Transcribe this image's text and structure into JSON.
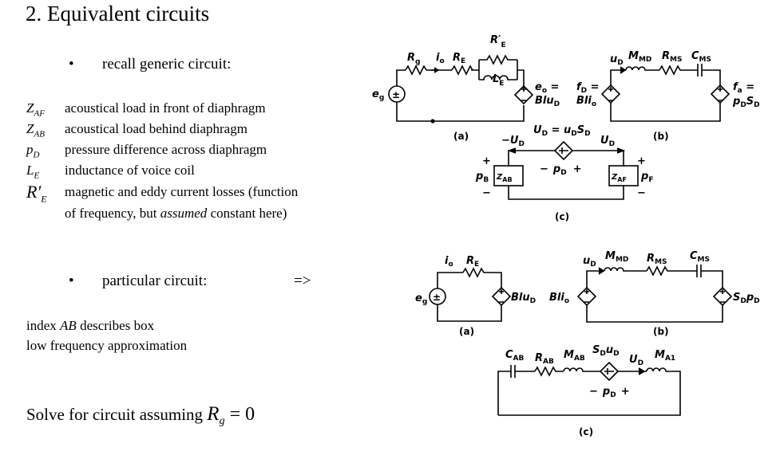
{
  "slide": {
    "title": "2. Equivalent circuits",
    "bullet1": {
      "marker": "•",
      "text": "recall generic circuit:"
    },
    "definitions": [
      {
        "symbol": "Z",
        "sub": "AF",
        "text": "acoustical load in front of diaphragm"
      },
      {
        "symbol": "Z",
        "sub": "AB",
        "text": "acoustical load behind diaphragm"
      },
      {
        "symbol": "p",
        "sub": "D",
        "text": "pressure difference across diaphragm"
      },
      {
        "symbol": "L",
        "sub": "E",
        "text": "inductance of voice coil"
      },
      {
        "symbol": "R′",
        "sub": "E",
        "text": "magnetic and eddy current losses (function"
      }
    ],
    "def_continuation": {
      "before": "of frequency, but ",
      "emph": "assumed",
      "after": " constant here)"
    },
    "bullet2": {
      "marker": "•",
      "text": "particular circuit:",
      "arrow": "=>"
    },
    "notes": [
      {
        "before": "index ",
        "emph": "AB",
        "after": " describes box"
      },
      {
        "before": "low frequency approximation",
        "emph": "",
        "after": ""
      }
    ],
    "solve": {
      "text": "Solve for circuit assuming ",
      "var": "R",
      "sub": "g",
      "rest": " = 0"
    }
  },
  "figure_top": {
    "a": {
      "caption": "(a)",
      "eg": "e",
      "eg_sub": "g",
      "rg": "R",
      "rg_sub": "g",
      "io": "i",
      "io_sub": "o",
      "re": "R",
      "re_sub": "E",
      "rep": "R′",
      "rep_sub": "E",
      "le": "L",
      "le_sub": "E",
      "eo1": "e",
      "eo1_sub": "o",
      "eo1_eq": " =",
      "eo2": "Blu",
      "eo2_sub": "D",
      "source": "±"
    },
    "b": {
      "caption": "(b)",
      "ud": "u",
      "ud_sub": "D",
      "mmd": "M",
      "mmd_sub": "MD",
      "rms": "R",
      "rms_sub": "MS",
      "cms": "C",
      "cms_sub": "MS",
      "fd1": "f",
      "fd1_sub": "D",
      "fd1_eq": " =",
      "fd2": "Bli",
      "fd2_sub": "o",
      "fa1": "f",
      "fa1_sub": "a",
      "fa1_eq": " =",
      "fa2": "p",
      "fa2_sub": "D",
      "fa2_b": "S",
      "fa2_b_sub": "D"
    },
    "c": {
      "caption": "(c)",
      "mud": "−U",
      "mud_sub": "D",
      "udeq": "U",
      "udeq_sub": "D",
      "udeq_mid": " = u",
      "udeq_mid_sub": "D",
      "udeq_end": "S",
      "udeq_end_sub": "D",
      "ud_right": "U",
      "ud_right_sub": "D",
      "zab": "Z",
      "zab_sub": "AB",
      "zaf": "Z",
      "zaf_sub": "AF",
      "pb": "p",
      "pb_sub": "B",
      "pf": "p",
      "pf_sub": "F",
      "pd_minus": "−",
      "pd": "p",
      "pd_sub": "D",
      "pd_plus": "+",
      "plus": "+",
      "minus": "−"
    }
  },
  "figure_bottom": {
    "a": {
      "caption": "(a)",
      "io": "i",
      "io_sub": "o",
      "re": "R",
      "re_sub": "E",
      "eg": "e",
      "eg_sub": "g",
      "blud": "Blu",
      "blud_sub": "D",
      "source": "±"
    },
    "b": {
      "caption": "(b)",
      "ud": "u",
      "ud_sub": "D",
      "mmd": "M",
      "mmd_sub": "MD",
      "rms": "R",
      "rms_sub": "MS",
      "cms": "C",
      "cms_sub": "MS",
      "blio": "Bli",
      "blio_sub": "o",
      "sdpd": "S",
      "sdpd_sub": "D",
      "sdpd_b": "p",
      "sdpd_b_sub": "D"
    },
    "c": {
      "caption": "(c)",
      "cab": "C",
      "cab_sub": "AB",
      "rab": "R",
      "rab_sub": "AB",
      "mab": "M",
      "mab_sub": "AB",
      "sdud": "S",
      "sdud_sub": "D",
      "sdud_b": "u",
      "sdud_b_sub": "D",
      "ud": "U",
      "ud_sub": "D",
      "ma1": "M",
      "ma1_sub": "A1",
      "pd_minus": "−",
      "pd": "p",
      "pd_sub": "D",
      "pd_plus": "+"
    }
  }
}
